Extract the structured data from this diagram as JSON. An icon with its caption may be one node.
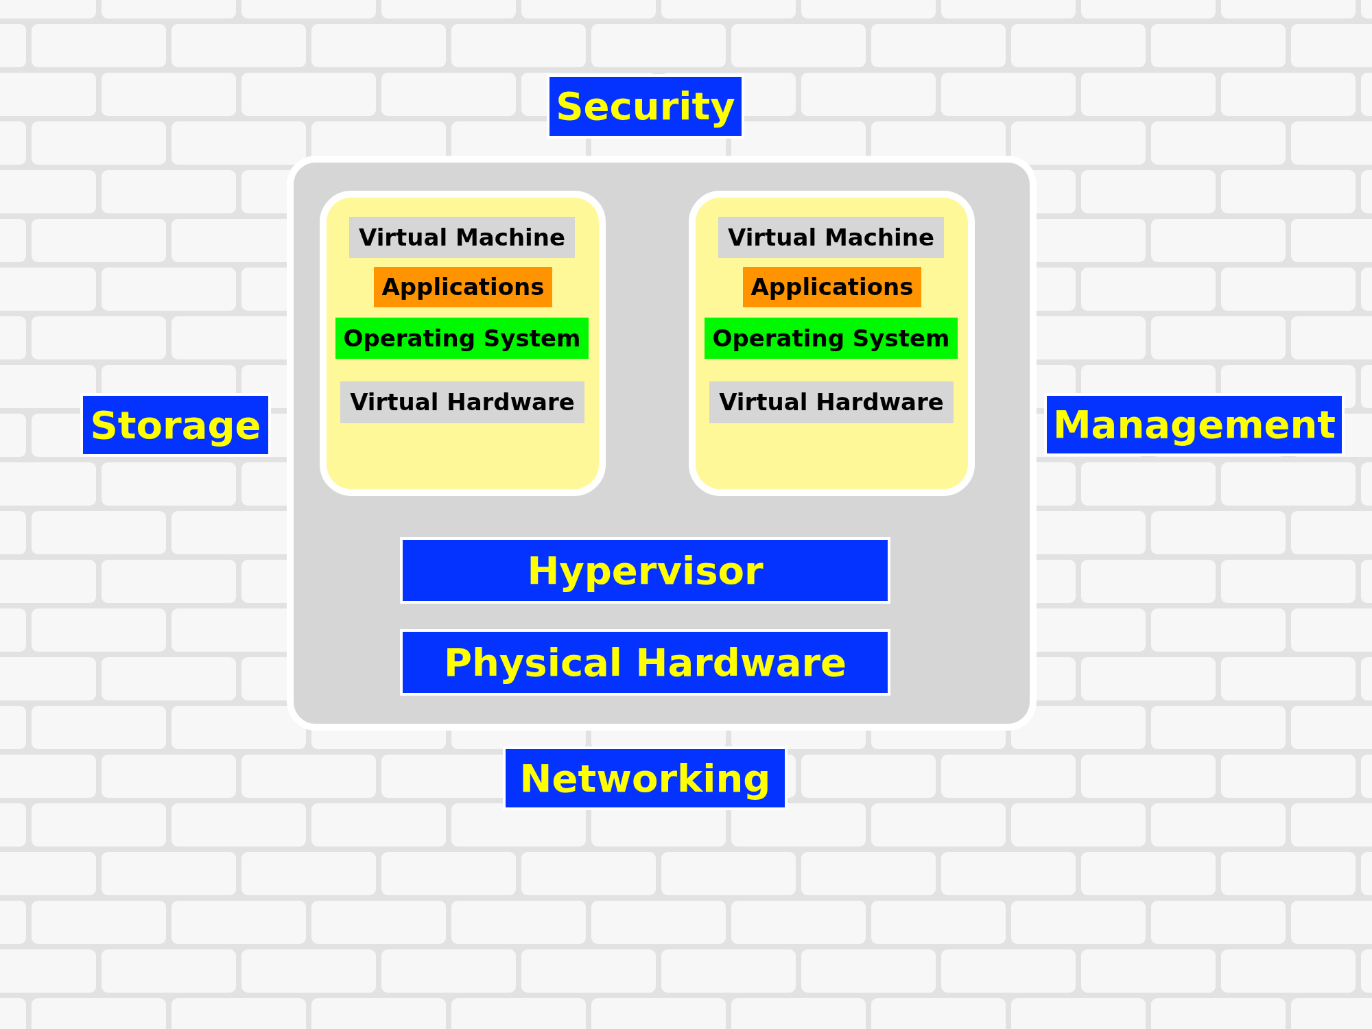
{
  "diagram": {
    "nodes": [
      {
        "text": [
          "Security"
        ]
      },
      {
        "text": [],
        "shape": "box"
      },
      {
        "text": [],
        "shape": "box",
        "in": 1
      },
      {
        "text": [
          "Virtual Machine"
        ],
        "in": 2
      },
      {
        "text": [
          "Applications"
        ],
        "in": 2
      },
      {
        "text": [
          "Operating System"
        ],
        "in": 2
      },
      {
        "text": [
          "Virtual Hardware"
        ],
        "in": 2
      },
      {
        "text": [],
        "shape": "box",
        "in": 1
      },
      {
        "text": [
          "Virtual Machine"
        ],
        "in": 7
      },
      {
        "text": [
          "Applications"
        ],
        "in": 7
      },
      {
        "text": [
          "Operating System"
        ],
        "in": 7
      },
      {
        "text": [
          "Virtual Hardware"
        ],
        "in": 7
      },
      {
        "text": [
          "Hypervisor"
        ],
        "in": 1
      },
      {
        "text": [
          "Physical Hardware"
        ],
        "in": 1
      },
      {
        "text": [
          "Storage"
        ]
      },
      {
        "text": [
          "Management"
        ]
      },
      {
        "text": [
          "Networking"
        ]
      }
    ]
  }
}
